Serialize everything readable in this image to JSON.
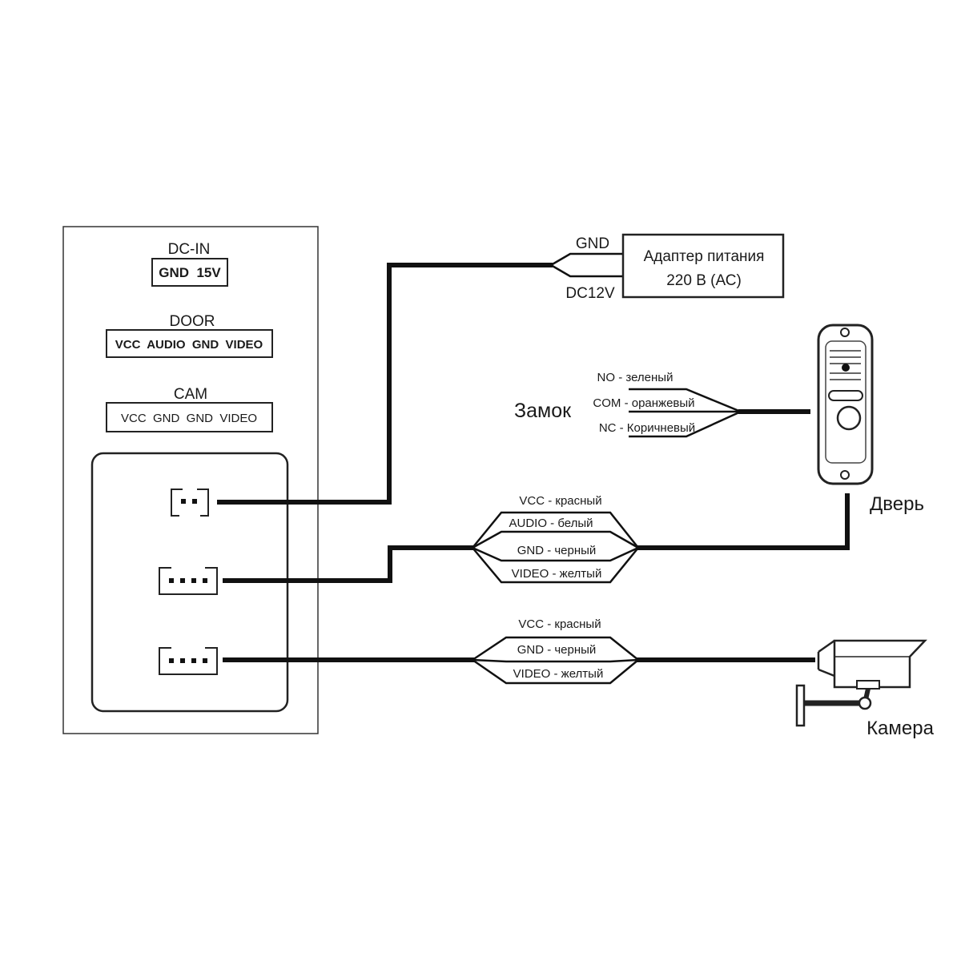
{
  "panel": {
    "dc_in": {
      "title": "DC-IN",
      "pins": "GND  15V"
    },
    "door": {
      "title": "DOOR",
      "pins": "VCC  AUDIO  GND  VIDEO"
    },
    "cam": {
      "title": "CAM",
      "pins": "VCC  GND  GND  VIDEO"
    }
  },
  "adapter": {
    "line1": "Адаптер питания",
    "line2": "220 В (АС)",
    "gnd_label": "GND",
    "dc_label": "DC12V"
  },
  "lock": {
    "title": "Замок",
    "wires": [
      "NO - зеленый",
      "COM - оранжевый",
      "NC - Коричневый"
    ]
  },
  "door_harness": {
    "wires": [
      "VCC - красный",
      "AUDIO - белый",
      "GND - черный",
      "VIDEO - желтый"
    ]
  },
  "cam_harness": {
    "wires": [
      "VCC - красный",
      "GND - черный",
      "VIDEO - желтый"
    ]
  },
  "door_unit": {
    "label": "Дверь"
  },
  "camera_unit": {
    "label": "Камера"
  }
}
